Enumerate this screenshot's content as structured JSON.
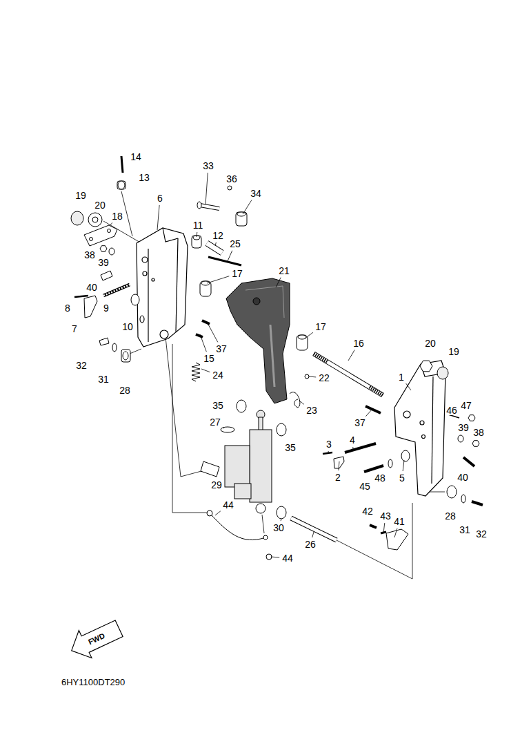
{
  "diagram": {
    "labels": [
      "14",
      "13",
      "19",
      "20",
      "6",
      "18",
      "33",
      "36",
      "34",
      "11",
      "12",
      "25",
      "38",
      "39",
      "40",
      "9",
      "8",
      "7",
      "10",
      "17",
      "21",
      "37",
      "15",
      "17",
      "16",
      "20",
      "19",
      "1",
      "22",
      "47",
      "46",
      "24",
      "32",
      "31",
      "28",
      "35",
      "23",
      "37",
      "39",
      "38",
      "3",
      "4",
      "35",
      "27",
      "40",
      "2",
      "48",
      "5",
      "45",
      "29",
      "44",
      "42",
      "43",
      "41",
      "30",
      "28",
      "31",
      "32",
      "26",
      "44",
      "FWD",
      "6HY1100DT290"
    ]
  }
}
